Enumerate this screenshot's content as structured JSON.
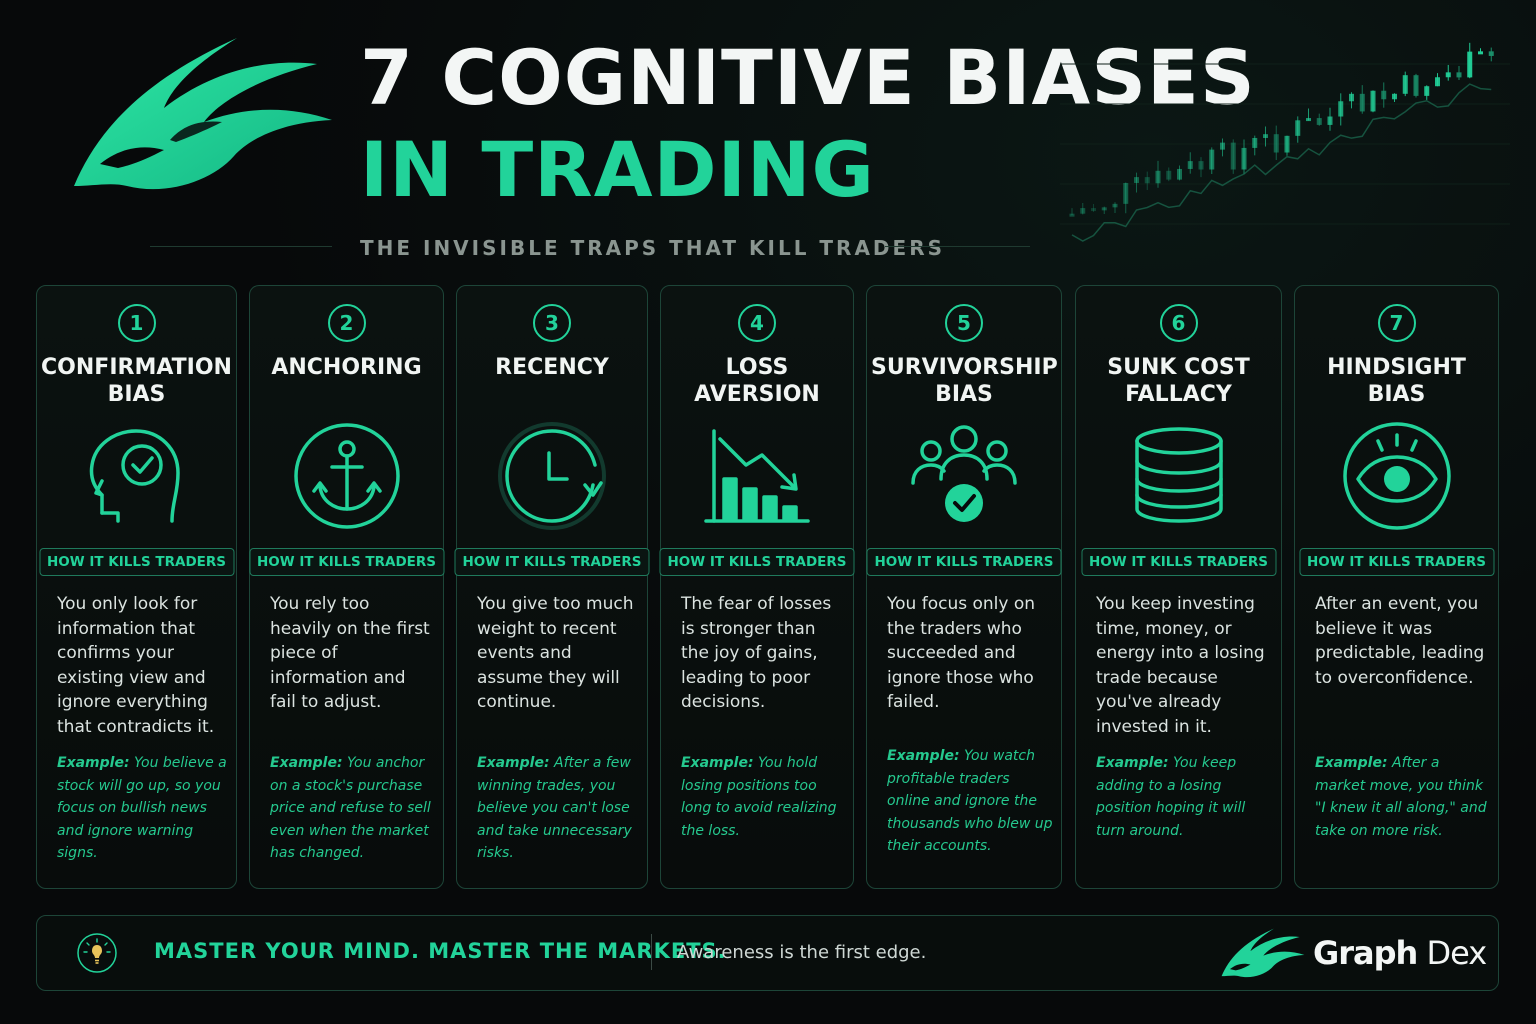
{
  "header": {
    "title_line1": "7 COGNITIVE BIASES",
    "title_line2": "IN TRADING",
    "subtitle": "THE INVISIBLE TRAPS THAT KILL TRADERS"
  },
  "badge_label": "HOW IT KILLS TRADERS",
  "example_label": "Example:",
  "colors": {
    "accent": "#22d39a",
    "background": "#07090a",
    "border": "#1d4538"
  },
  "biases": [
    {
      "number": "1",
      "name": "CONFIRMATION\nBIAS",
      "icon": "head-check-icon",
      "description": "You only look for information that confirms your existing view and ignore everything that contradicts it.",
      "example": "You believe a stock will go up, so you focus on bullish news and ignore warning signs."
    },
    {
      "number": "2",
      "name": "ANCHORING",
      "icon": "anchor-icon",
      "description": "You rely too heavily on the first piece of information and fail to adjust.",
      "example": "You anchor on a stock's purchase price and refuse to sell even when the market has changed."
    },
    {
      "number": "3",
      "name": "RECENCY",
      "icon": "clock-icon",
      "description": "You give too much weight to recent events and assume they will continue.",
      "example": "After a few winning trades, you believe you can't lose and take unnecessary risks."
    },
    {
      "number": "4",
      "name": "LOSS\nAVERSION",
      "icon": "declining-chart-icon",
      "description": "The fear of losses is stronger than the joy of gains, leading to poor decisions.",
      "example": "You hold losing positions too long to avoid realizing the loss."
    },
    {
      "number": "5",
      "name": "SURVIVORSHIP\nBIAS",
      "icon": "people-check-icon",
      "description": "You focus only on the traders who succeeded and ignore those who failed.",
      "example": "You watch profitable traders online and ignore the thousands who blew up their accounts."
    },
    {
      "number": "6",
      "name": "SUNK COST\nFALLACY",
      "icon": "coin-stack-icon",
      "description": "You keep investing time, money, or energy into a losing trade because you've already invested in it.",
      "example": "You keep adding to a losing position hoping it will turn around."
    },
    {
      "number": "7",
      "name": "HINDSIGHT\nBIAS",
      "icon": "eye-icon",
      "description": "After an event, you believe it was predictable, leading to overconfidence.",
      "example": "After a market move, you think \"I knew it all along,\" and take on more risk."
    }
  ],
  "footer": {
    "icon": "lightbulb-icon",
    "motto": "MASTER YOUR MIND. MASTER THE MARKETS.",
    "tagline": "Awareness is the first edge.",
    "brand_part1": "Graph",
    "brand_part2": "Dex"
  }
}
